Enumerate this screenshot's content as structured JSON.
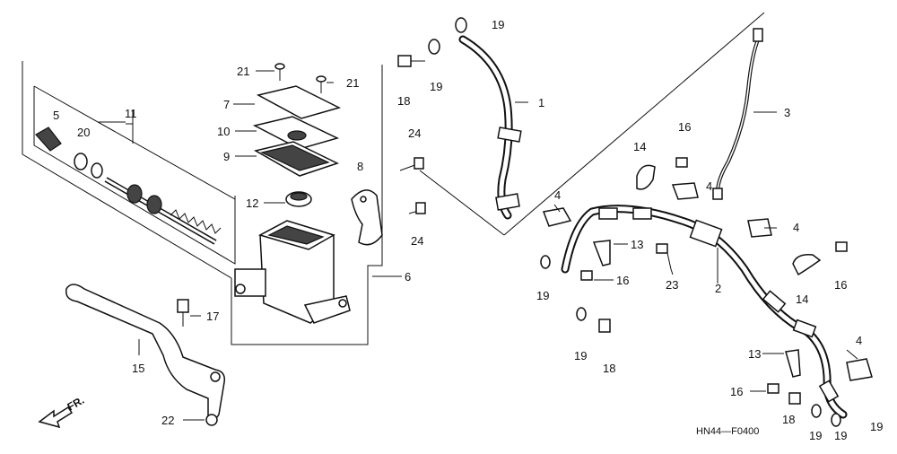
{
  "diagram": {
    "part_numbers": [
      "1",
      "2",
      "3",
      "4",
      "4",
      "4",
      "4",
      "5",
      "6",
      "7",
      "8",
      "9",
      "10",
      "11",
      "12",
      "13",
      "13",
      "14",
      "14",
      "15",
      "16",
      "16",
      "16",
      "16",
      "17",
      "18",
      "18",
      "18",
      "19",
      "19",
      "19",
      "19",
      "19",
      "19",
      "19",
      "20",
      "21",
      "21",
      "22",
      "23",
      "24",
      "24"
    ],
    "labels": {
      "p1": "1",
      "p2": "2",
      "p3": "3",
      "p4a": "4",
      "p4b": "4",
      "p4c": "4",
      "p4d": "4",
      "p5": "5",
      "p6": "6",
      "p7": "7",
      "p8": "8",
      "p9": "9",
      "p10": "10",
      "p11": "11",
      "p12": "12",
      "p13a": "13",
      "p13b": "13",
      "p14a": "14",
      "p14b": "14",
      "p15": "15",
      "p16a": "16",
      "p16b": "16",
      "p16c": "16",
      "p16d": "16",
      "p17": "17",
      "p18a": "18",
      "p18b": "18",
      "p18c": "18",
      "p19a": "19",
      "p19b": "19",
      "p19c": "19",
      "p19d": "19",
      "p19e": "19",
      "p19f": "19",
      "p19g": "19",
      "p20": "20",
      "p21a": "21",
      "p21b": "21",
      "p22": "22",
      "p23": "23",
      "p24a": "24",
      "p24b": "24"
    },
    "direction_label": "FR.",
    "diagram_code": "HN44—F0400"
  }
}
